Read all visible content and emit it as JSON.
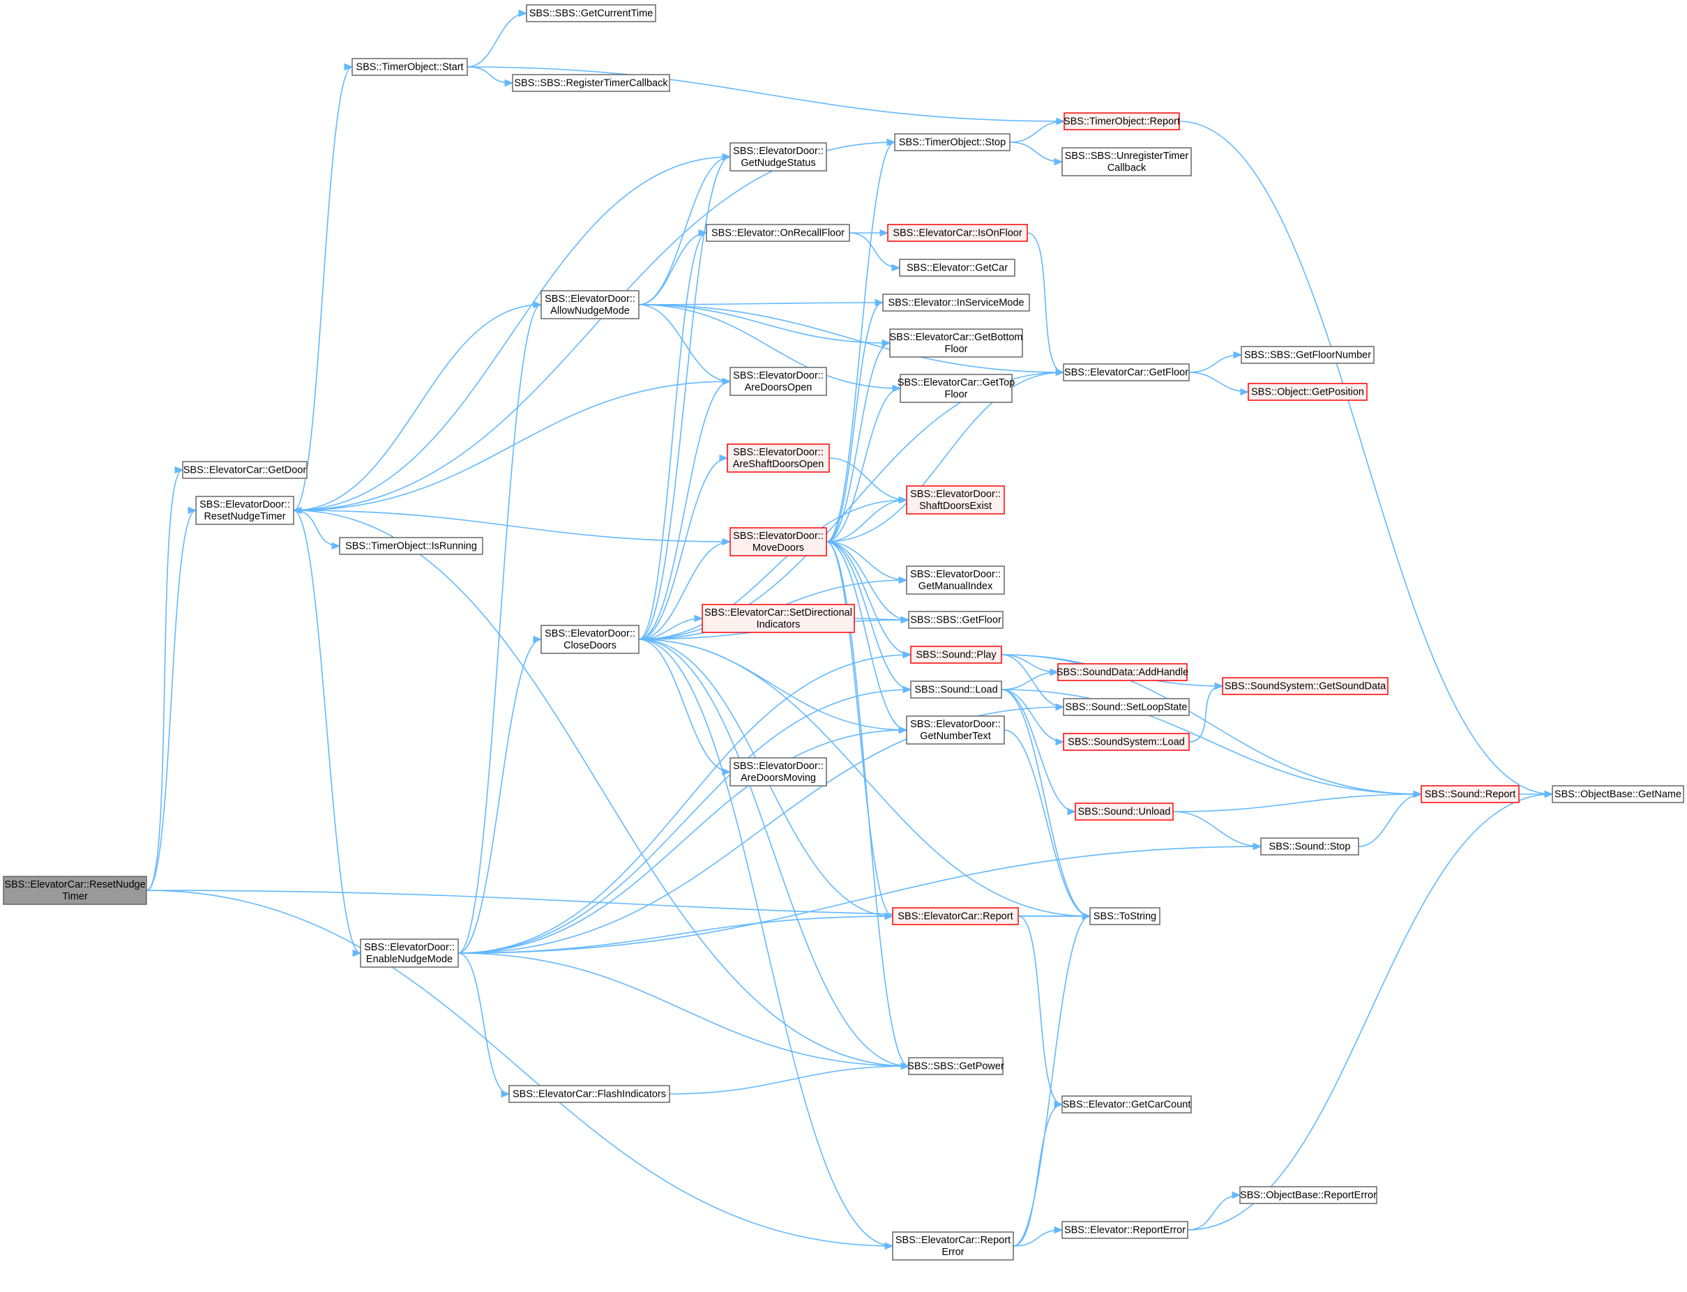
{
  "graph": {
    "nodes": [
      {
        "id": "root",
        "lines": [
          "SBS::ElevatorCar::ResetNudge",
          "Timer"
        ],
        "style": "focus"
      },
      {
        "id": "car_getdoor",
        "lines": [
          "SBS::ElevatorCar::GetDoor"
        ],
        "style": "normal"
      },
      {
        "id": "door_resetnudge",
        "lines": [
          "SBS::ElevatorDoor::",
          "ResetNudgeTimer"
        ],
        "style": "normal"
      },
      {
        "id": "timer_start",
        "lines": [
          "SBS::TimerObject::Start"
        ],
        "style": "normal"
      },
      {
        "id": "sbs_getcurrenttime",
        "lines": [
          "SBS::SBS::GetCurrentTime"
        ],
        "style": "normal"
      },
      {
        "id": "sbs_registertimer",
        "lines": [
          "SBS::SBS::RegisterTimerCallback"
        ],
        "style": "normal"
      },
      {
        "id": "timer_report",
        "lines": [
          "SBS::TimerObject::Report"
        ],
        "style": "red"
      },
      {
        "id": "timer_stop",
        "lines": [
          "SBS::TimerObject::Stop"
        ],
        "style": "normal"
      },
      {
        "id": "sbs_unregister",
        "lines": [
          "SBS::SBS::UnregisterTimer",
          "Callback"
        ],
        "style": "normal"
      },
      {
        "id": "door_getnudgestatus",
        "lines": [
          "SBS::ElevatorDoor::",
          "GetNudgeStatus"
        ],
        "style": "normal"
      },
      {
        "id": "elev_onrecall",
        "lines": [
          "SBS::Elevator::OnRecallFloor"
        ],
        "style": "normal"
      },
      {
        "id": "car_isonfloor",
        "lines": [
          "SBS::ElevatorCar::IsOnFloor"
        ],
        "style": "red"
      },
      {
        "id": "elev_getcar",
        "lines": [
          "SBS::Elevator::GetCar"
        ],
        "style": "normal"
      },
      {
        "id": "door_allownudge",
        "lines": [
          "SBS::ElevatorDoor::",
          "AllowNudgeMode"
        ],
        "style": "normal"
      },
      {
        "id": "elev_inservice",
        "lines": [
          "SBS::Elevator::InServiceMode"
        ],
        "style": "normal"
      },
      {
        "id": "car_getbottom",
        "lines": [
          "SBS::ElevatorCar::GetBottom",
          "Floor"
        ],
        "style": "normal"
      },
      {
        "id": "car_gettop",
        "lines": [
          "SBS::ElevatorCar::GetTop",
          "Floor"
        ],
        "style": "normal"
      },
      {
        "id": "car_getfloor",
        "lines": [
          "SBS::ElevatorCar::GetFloor"
        ],
        "style": "normal"
      },
      {
        "id": "sbs_getfloornumber",
        "lines": [
          "SBS::SBS::GetFloorNumber"
        ],
        "style": "normal"
      },
      {
        "id": "obj_getposition",
        "lines": [
          "SBS::Object::GetPosition"
        ],
        "style": "red"
      },
      {
        "id": "door_aredoorsopen",
        "lines": [
          "SBS::ElevatorDoor::",
          "AreDoorsOpen"
        ],
        "style": "normal"
      },
      {
        "id": "door_areshaftopen",
        "lines": [
          "SBS::ElevatorDoor::",
          "AreShaftDoorsOpen"
        ],
        "style": "red"
      },
      {
        "id": "door_shaftexist",
        "lines": [
          "SBS::ElevatorDoor::",
          "ShaftDoorsExist"
        ],
        "style": "red"
      },
      {
        "id": "timer_isrunning",
        "lines": [
          "SBS::TimerObject::IsRunning"
        ],
        "style": "normal"
      },
      {
        "id": "door_movedoors",
        "lines": [
          "SBS::ElevatorDoor::",
          "MoveDoors"
        ],
        "style": "red"
      },
      {
        "id": "door_getmanualindex",
        "lines": [
          "SBS::ElevatorDoor::",
          "GetManualIndex"
        ],
        "style": "normal"
      },
      {
        "id": "door_closedoors",
        "lines": [
          "SBS::ElevatorDoor::",
          "CloseDoors"
        ],
        "style": "normal"
      },
      {
        "id": "car_setdirind",
        "lines": [
          "SBS::ElevatorCar::SetDirectional",
          "Indicators"
        ],
        "style": "red"
      },
      {
        "id": "sbs_getfloor",
        "lines": [
          "SBS::SBS::GetFloor"
        ],
        "style": "normal"
      },
      {
        "id": "sound_play",
        "lines": [
          "SBS::Sound::Play"
        ],
        "style": "red"
      },
      {
        "id": "sounddata_addhandle",
        "lines": [
          "SBS::SoundData::AddHandle"
        ],
        "style": "red"
      },
      {
        "id": "soundsys_getsounddata",
        "lines": [
          "SBS::SoundSystem::GetSoundData"
        ],
        "style": "red"
      },
      {
        "id": "sound_load",
        "lines": [
          "SBS::Sound::Load"
        ],
        "style": "normal"
      },
      {
        "id": "sound_setloop",
        "lines": [
          "SBS::Sound::SetLoopState"
        ],
        "style": "normal"
      },
      {
        "id": "door_getnumbertext",
        "lines": [
          "SBS::ElevatorDoor::",
          "GetNumberText"
        ],
        "style": "normal"
      },
      {
        "id": "soundsys_load",
        "lines": [
          "SBS::SoundSystem::Load"
        ],
        "style": "red"
      },
      {
        "id": "door_aredoorsmoving",
        "lines": [
          "SBS::ElevatorDoor::",
          "AreDoorsMoving"
        ],
        "style": "normal"
      },
      {
        "id": "sound_unload",
        "lines": [
          "SBS::Sound::Unload"
        ],
        "style": "red"
      },
      {
        "id": "sound_report",
        "lines": [
          "SBS::Sound::Report"
        ],
        "style": "red"
      },
      {
        "id": "objbase_getname",
        "lines": [
          "SBS::ObjectBase::GetName"
        ],
        "style": "normal"
      },
      {
        "id": "sound_stop",
        "lines": [
          "SBS::Sound::Stop"
        ],
        "style": "normal"
      },
      {
        "id": "door_enablenudge",
        "lines": [
          "SBS::ElevatorDoor::",
          "EnableNudgeMode"
        ],
        "style": "normal"
      },
      {
        "id": "car_report",
        "lines": [
          "SBS::ElevatorCar::Report"
        ],
        "style": "red"
      },
      {
        "id": "sbs_tostring",
        "lines": [
          "SBS::ToString"
        ],
        "style": "normal"
      },
      {
        "id": "sbs_getpower",
        "lines": [
          "SBS::SBS::GetPower"
        ],
        "style": "normal"
      },
      {
        "id": "car_flashind",
        "lines": [
          "SBS::ElevatorCar::FlashIndicators"
        ],
        "style": "normal"
      },
      {
        "id": "elev_getcarcount",
        "lines": [
          "SBS::Elevator::GetCarCount"
        ],
        "style": "normal"
      },
      {
        "id": "objbase_reporterror",
        "lines": [
          "SBS::ObjectBase::ReportError"
        ],
        "style": "normal"
      },
      {
        "id": "elev_reporterror",
        "lines": [
          "SBS::Elevator::ReportError"
        ],
        "style": "normal"
      },
      {
        "id": "car_reporterror",
        "lines": [
          "SBS::ElevatorCar::Report",
          "Error"
        ],
        "style": "normal"
      }
    ],
    "edges": [
      [
        "root",
        "car_getdoor"
      ],
      [
        "root",
        "door_resetnudge"
      ],
      [
        "root",
        "sbs_tostring"
      ],
      [
        "root",
        "car_reporterror"
      ],
      [
        "door_resetnudge",
        "timer_start"
      ],
      [
        "door_resetnudge",
        "timer_stop"
      ],
      [
        "door_resetnudge",
        "door_getnudgestatus"
      ],
      [
        "door_resetnudge",
        "door_allownudge"
      ],
      [
        "door_resetnudge",
        "door_aredoorsopen"
      ],
      [
        "door_resetnudge",
        "timer_isrunning"
      ],
      [
        "door_resetnudge",
        "door_enablenudge"
      ],
      [
        "door_resetnudge",
        "sbs_getpower"
      ],
      [
        "timer_start",
        "sbs_getcurrenttime"
      ],
      [
        "timer_start",
        "sbs_registertimer"
      ],
      [
        "timer_start",
        "timer_report"
      ],
      [
        "timer_stop",
        "timer_report"
      ],
      [
        "timer_stop",
        "sbs_unregister"
      ],
      [
        "timer_report",
        "objbase_getname"
      ],
      [
        "elev_onrecall",
        "car_isonfloor"
      ],
      [
        "elev_onrecall",
        "elev_getcar"
      ],
      [
        "car_isonfloor",
        "car_getfloor"
      ],
      [
        "door_allownudge",
        "door_getnudgestatus"
      ],
      [
        "door_allownudge",
        "elev_onrecall"
      ],
      [
        "door_allownudge",
        "car_getfloor"
      ],
      [
        "door_allownudge",
        "elev_inservice"
      ],
      [
        "door_allownudge",
        "car_getbottom"
      ],
      [
        "door_allownudge",
        "car_gettop"
      ],
      [
        "door_allownudge",
        "door_aredoorsopen"
      ],
      [
        "car_getfloor",
        "sbs_getfloornumber"
      ],
      [
        "car_getfloor",
        "obj_getposition"
      ],
      [
        "door_areshaftopen",
        "door_shaftexist"
      ],
      [
        "door_movedoors",
        "door_resetnudge"
      ],
      [
        "door_movedoors",
        "timer_stop"
      ],
      [
        "door_movedoors",
        "elev_inservice"
      ],
      [
        "door_movedoors",
        "car_getbottom"
      ],
      [
        "door_movedoors",
        "car_gettop"
      ],
      [
        "door_movedoors",
        "car_getfloor"
      ],
      [
        "door_movedoors",
        "door_shaftexist"
      ],
      [
        "door_movedoors",
        "door_getmanualindex"
      ],
      [
        "door_movedoors",
        "sbs_getfloor"
      ],
      [
        "door_movedoors",
        "sound_play"
      ],
      [
        "door_movedoors",
        "sound_load"
      ],
      [
        "door_movedoors",
        "door_getnumbertext"
      ],
      [
        "door_movedoors",
        "car_report"
      ],
      [
        "door_movedoors",
        "sbs_getpower"
      ],
      [
        "door_closedoors",
        "door_getnudgestatus"
      ],
      [
        "door_closedoors",
        "elev_onrecall"
      ],
      [
        "door_closedoors",
        "door_aredoorsopen"
      ],
      [
        "door_closedoors",
        "door_areshaftopen"
      ],
      [
        "door_closedoors",
        "door_shaftexist"
      ],
      [
        "door_closedoors",
        "door_movedoors"
      ],
      [
        "door_closedoors",
        "door_getmanualindex"
      ],
      [
        "door_closedoors",
        "car_setdirind"
      ],
      [
        "door_closedoors",
        "sbs_getfloor"
      ],
      [
        "door_closedoors",
        "door_getnumbertext"
      ],
      [
        "door_closedoors",
        "door_aredoorsmoving"
      ],
      [
        "door_closedoors",
        "sbs_tostring"
      ],
      [
        "door_closedoors",
        "car_report"
      ],
      [
        "door_closedoors",
        "sbs_getpower"
      ],
      [
        "door_closedoors",
        "car_reporterror"
      ],
      [
        "door_closedoors",
        "car_getfloor"
      ],
      [
        "car_setdirind",
        "sbs_getfloor"
      ],
      [
        "sound_play",
        "sounddata_addhandle"
      ],
      [
        "sound_play",
        "soundsys_getsounddata"
      ],
      [
        "sound_play",
        "sound_report"
      ],
      [
        "sound_play",
        "sound_setloop"
      ],
      [
        "sound_load",
        "sounddata_addhandle"
      ],
      [
        "sound_load",
        "soundsys_load"
      ],
      [
        "sound_load",
        "sound_unload"
      ],
      [
        "sound_load",
        "sound_report"
      ],
      [
        "sound_load",
        "sbs_tostring"
      ],
      [
        "soundsys_load",
        "soundsys_getsounddata"
      ],
      [
        "door_getnumbertext",
        "sbs_tostring"
      ],
      [
        "sound_unload",
        "sound_report"
      ],
      [
        "sound_unload",
        "sound_stop"
      ],
      [
        "sound_stop",
        "sound_report"
      ],
      [
        "sound_report",
        "objbase_getname"
      ],
      [
        "door_enablenudge",
        "door_allownudge"
      ],
      [
        "door_enablenudge",
        "door_closedoors"
      ],
      [
        "door_enablenudge",
        "sound_play"
      ],
      [
        "door_enablenudge",
        "sound_load"
      ],
      [
        "door_enablenudge",
        "door_getnumbertext"
      ],
      [
        "door_enablenudge",
        "car_report"
      ],
      [
        "door_enablenudge",
        "sound_stop"
      ],
      [
        "door_enablenudge",
        "sbs_getpower"
      ],
      [
        "door_enablenudge",
        "car_flashind"
      ],
      [
        "door_enablenudge",
        "sound_setloop"
      ],
      [
        "car_flashind",
        "sbs_getpower"
      ],
      [
        "car_report",
        "sbs_tostring"
      ],
      [
        "car_report",
        "elev_getcarcount"
      ],
      [
        "car_reporterror",
        "sbs_tostring"
      ],
      [
        "car_reporterror",
        "elev_getcarcount"
      ],
      [
        "car_reporterror",
        "elev_reporterror"
      ],
      [
        "elev_reporterror",
        "objbase_reporterror"
      ],
      [
        "elev_reporterror",
        "objbase_getname"
      ]
    ],
    "colors": {
      "edge": "#63b8ff",
      "node_border": "#666666",
      "node_fill": "#ffffff",
      "highlight_border": "#ff0000",
      "highlight_fill": "#fff0f0",
      "focus_fill": "#999999"
    }
  }
}
